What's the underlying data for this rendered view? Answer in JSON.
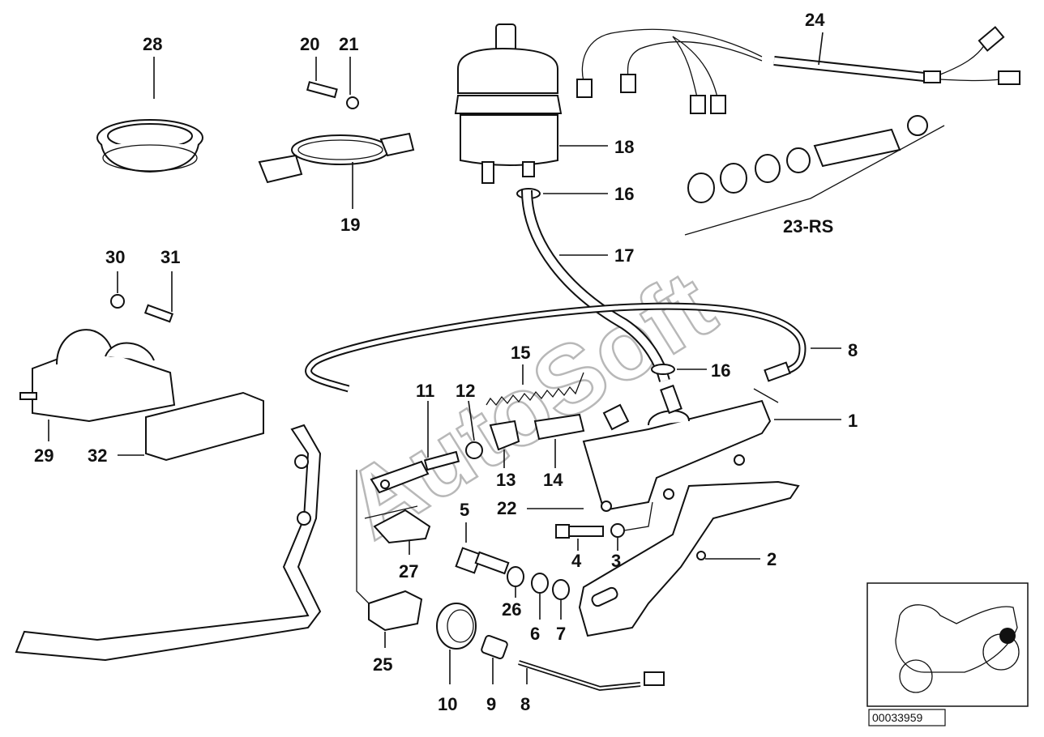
{
  "watermark": "AutoSoft",
  "labels": {
    "l1": "1",
    "l2": "2",
    "l3": "3",
    "l4": "4",
    "l5": "5",
    "l6": "6",
    "l7": "7",
    "l8a": "8",
    "l8b": "8",
    "l9": "9",
    "l10": "10",
    "l11": "11",
    "l12": "12",
    "l13": "13",
    "l14": "14",
    "l15": "15",
    "l16a": "16",
    "l16b": "16",
    "l17": "17",
    "l18": "18",
    "l19": "19",
    "l20": "20",
    "l21": "21",
    "l22": "22",
    "l23": "23-RS",
    "l24": "24",
    "l25": "25",
    "l26": "26",
    "l27": "27",
    "l28": "28",
    "l29": "29",
    "l30": "30",
    "l31": "31",
    "l32": "32"
  },
  "inset": {
    "code": "00033959"
  }
}
